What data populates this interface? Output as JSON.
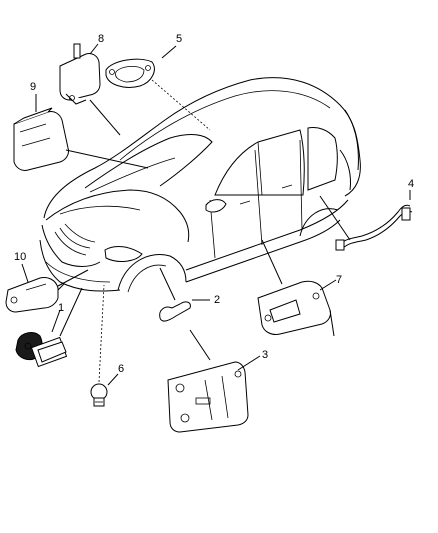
{
  "callouts": {
    "c1": "1",
    "c2": "2",
    "c3": "3",
    "c4": "4",
    "c5": "5",
    "c6": "6",
    "c7": "7",
    "c8": "8",
    "c9": "9",
    "c10": "10"
  },
  "parts": {
    "p1": "key-and-immobilizer-sensor",
    "p2": "wire-clip",
    "p3": "mounting-bracket",
    "p4": "side-wire-harness",
    "p5": "grommet-plate",
    "p6": "bulb",
    "p7": "seat-bracket",
    "p8": "impact-sensor",
    "p9": "control-module",
    "p10": "front-sensor"
  }
}
